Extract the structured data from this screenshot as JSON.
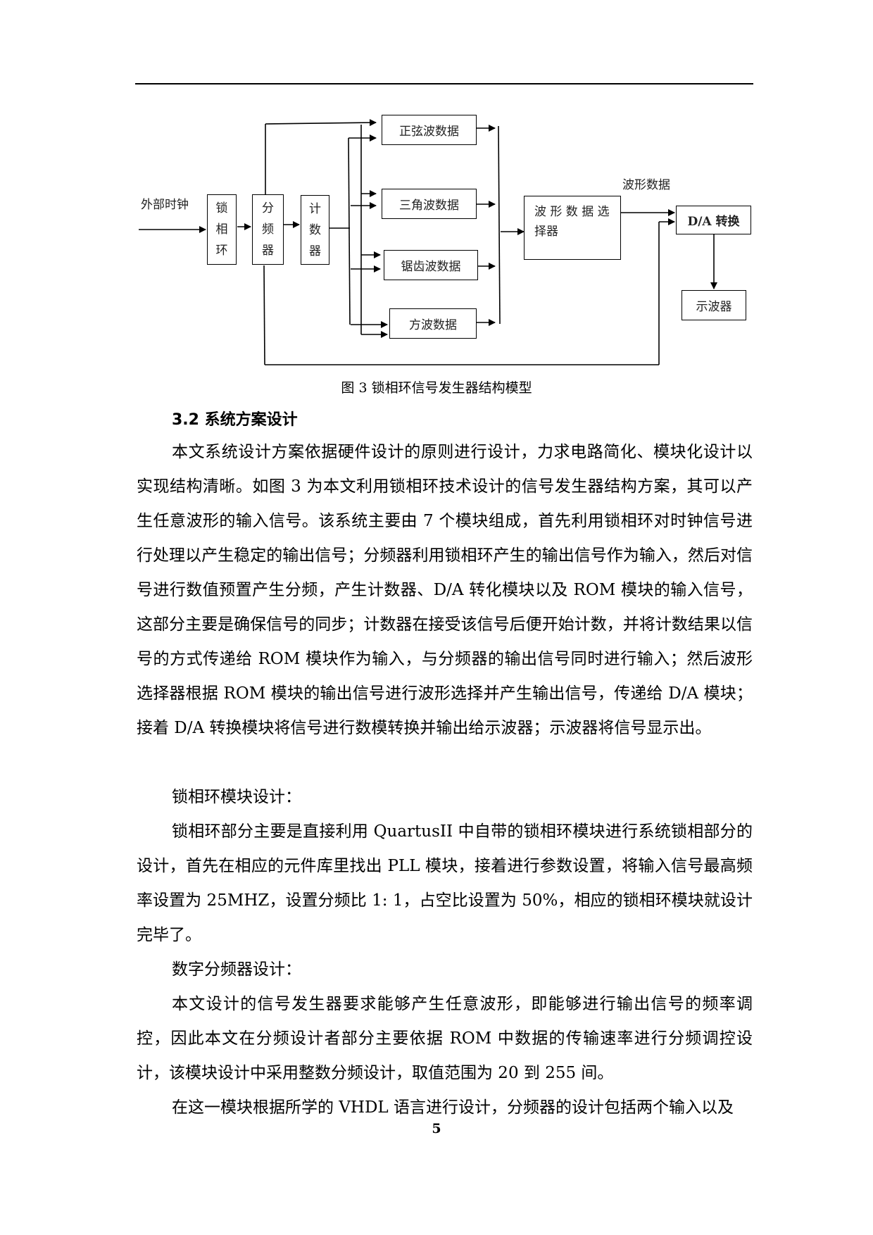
{
  "figure": {
    "input_label": "外部时钟",
    "blocks": {
      "pll": [
        "锁",
        "相",
        "环"
      ],
      "divider": [
        "分",
        "频",
        "器"
      ],
      "counter": [
        "计",
        "数",
        "器"
      ],
      "sine": "正弦波数据",
      "triangle": "三角波数据",
      "sawtooth": "锯齿波数据",
      "square": "方波数据",
      "selector_line1": "波 形 数 据 选",
      "selector_line2": "择器",
      "da": "D/A 转换",
      "scope": "示波器"
    },
    "waveform_label": "波形数据",
    "caption": "图 3 锁相环信号发生器结构模型"
  },
  "section": {
    "title": "3.2 系统方案设计"
  },
  "paragraphs": [
    "本文系统设计方案依据硬件设计的原则进行设计，力求电路简化、模块化设计以实现结构清晰。如图 3 为本文利用锁相环技术设计的信号发生器结构方案，其可以产生任意波形的输入信号。该系统主要由 7 个模块组成，首先利用锁相环对时钟信号进行处理以产生稳定的输出信号；分频器利用锁相环产生的输出信号作为输入，然后对信号进行数值预置产生分频，产生计数器、D/A 转化模块以及 ROM 模块的输入信号，这部分主要是确保信号的同步；计数器在接受该信号后便开始计数，并将计数结果以信号的方式传递给 ROM 模块作为输入，与分频器的输出信号同时进行输入；然后波形选择器根据 ROM 模块的输出信号进行波形选择并产生输出信号，传递给 D/A 模块；接着 D/A 转换模块将信号进行数模转换并输出给示波器；示波器将信号显示出。",
    "锁相环模块设计：",
    "锁相环部分主要是直接利用 QuartusII 中自带的锁相环模块进行系统锁相部分的设计，首先在相应的元件库里找出 PLL 模块，接着进行参数设置，将输入信号最高频率设置为 25MHZ，设置分频比 1: 1，占空比设置为 50%，相应的锁相环模块就设计完毕了。",
    "数字分频器设计：",
    "本文设计的信号发生器要求能够产生任意波形，即能够进行输出信号的频率调控，因此本文在分频设计者部分主要依据 ROM 中数据的传输速率进行分频调控设计，该模块设计中采用整数分频设计，取值范围为 20 到 255 间。",
    "在这一模块根据所学的 VHDL 语言进行设计，分频器的设计包括两个输入以及"
  ],
  "page_number": "5"
}
